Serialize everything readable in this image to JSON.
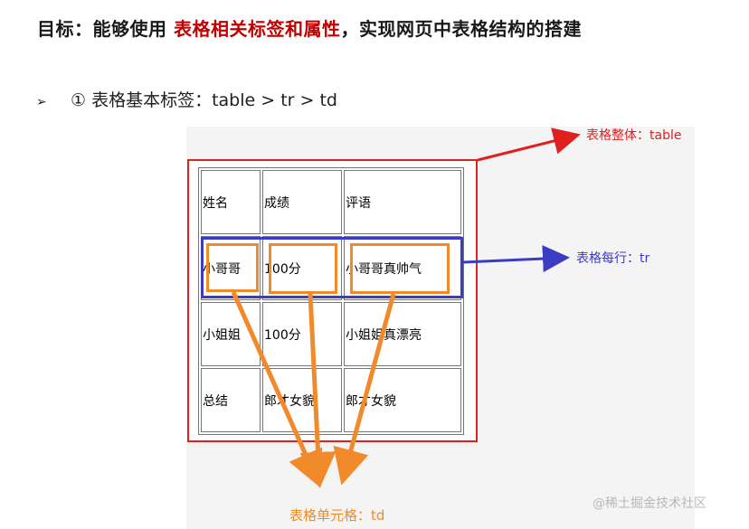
{
  "heading": {
    "prefix": "目标：能够使用 ",
    "highlight": "表格相关标签和属性",
    "suffix": "，实现网页中表格结构的搭建"
  },
  "bullet": {
    "marker": "➢",
    "text": "① 表格基本标签：table > tr > td"
  },
  "table": {
    "rows": [
      [
        "姓名",
        "成绩",
        "评语"
      ],
      [
        "小哥哥",
        "100分",
        "小哥哥真帅气"
      ],
      [
        "小姐姐",
        "100分",
        "小姐姐真漂亮"
      ],
      [
        "总结",
        "郎才女貌",
        "郎才女貌"
      ]
    ]
  },
  "annotations": {
    "table_label": "表格整体：table",
    "tr_label": "表格每行：tr",
    "td_label": "表格单元格：td",
    "colors": {
      "table": "#e02020",
      "tr": "#3b3bc4",
      "td": "#f08a2a"
    }
  },
  "watermark": "@稀土掘金技术社区"
}
